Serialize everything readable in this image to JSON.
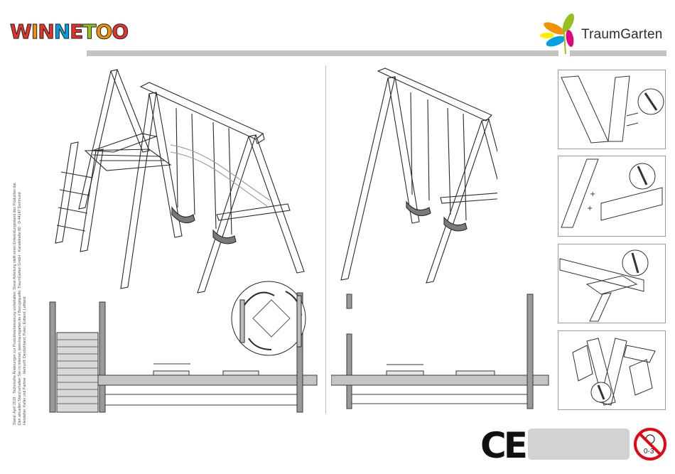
{
  "header": {
    "logo_left": "WINNETOO",
    "logo_left_letters": [
      "W",
      "I",
      "N",
      "N",
      "E",
      "T",
      "O",
      "O"
    ],
    "logo_left_colors": [
      "#e5332a",
      "#f39200",
      "#e5332a",
      "#009fe3",
      "#e5332a",
      "#95c11f",
      "#f39200",
      "#e5332a"
    ],
    "brand_right": "TraumGarten",
    "bar_color": "#c3c3c3"
  },
  "sidebar_text": {
    "line1": "Stand: April 2019 · Technische Änderungen zur Produktverbesserung vorbehalten. Diese Anleitung stellt einen Entwicklungsstand des Produktes dar.",
    "line2": "Den aktuellen Stand erhalten Sie im Internet, www.traumgarten.de  //  Bezugsquelle: TraumGarten GmbH · Kanalstraße 80 · D-44147 Dortmund",
    "line3": "Hersteller: Keller und Partner · Herkunft: Deutschland, Polen, Estland, Lettland"
  },
  "footer": {
    "ce_mark": "CE",
    "age_warning": "0-3",
    "warning_color": "#e30613"
  }
}
